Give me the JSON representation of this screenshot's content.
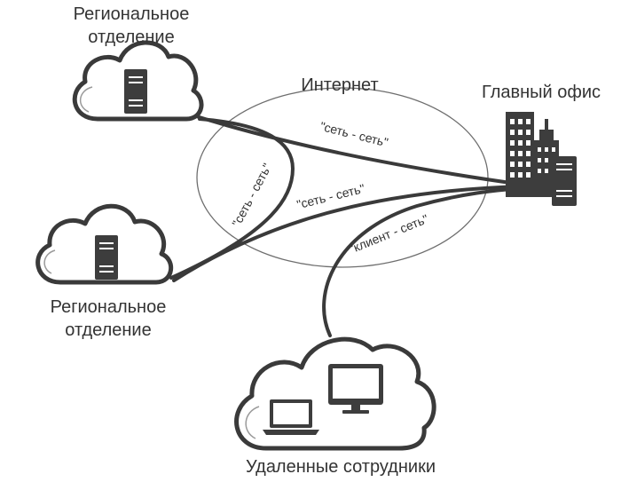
{
  "labels": {
    "branch_top": [
      "Региональное",
      "отделение"
    ],
    "branch_left": [
      "Региональное",
      "отделение"
    ],
    "internet": "Интернет",
    "main_office": "Главный офис",
    "remote": "Удаленные сотрудники"
  },
  "links": {
    "top_branch": "\"сеть - сеть\"",
    "left_branch_diag": "\"сеть - сеть\"",
    "left_branch_long": "\"сеть - сеть\"",
    "remote_client": "\"клиент - сеть\""
  },
  "icons": {
    "branch_top_device": "server-icon",
    "branch_left_device": "server-icon",
    "main_office": "office-building-icon",
    "main_office_server": "server-icon",
    "remote_laptop": "laptop-icon",
    "remote_monitor": "monitor-icon"
  },
  "colors": {
    "line": "#3a3a3a",
    "device": "#3d3d3d",
    "ellipse": "#6e6e6e"
  }
}
